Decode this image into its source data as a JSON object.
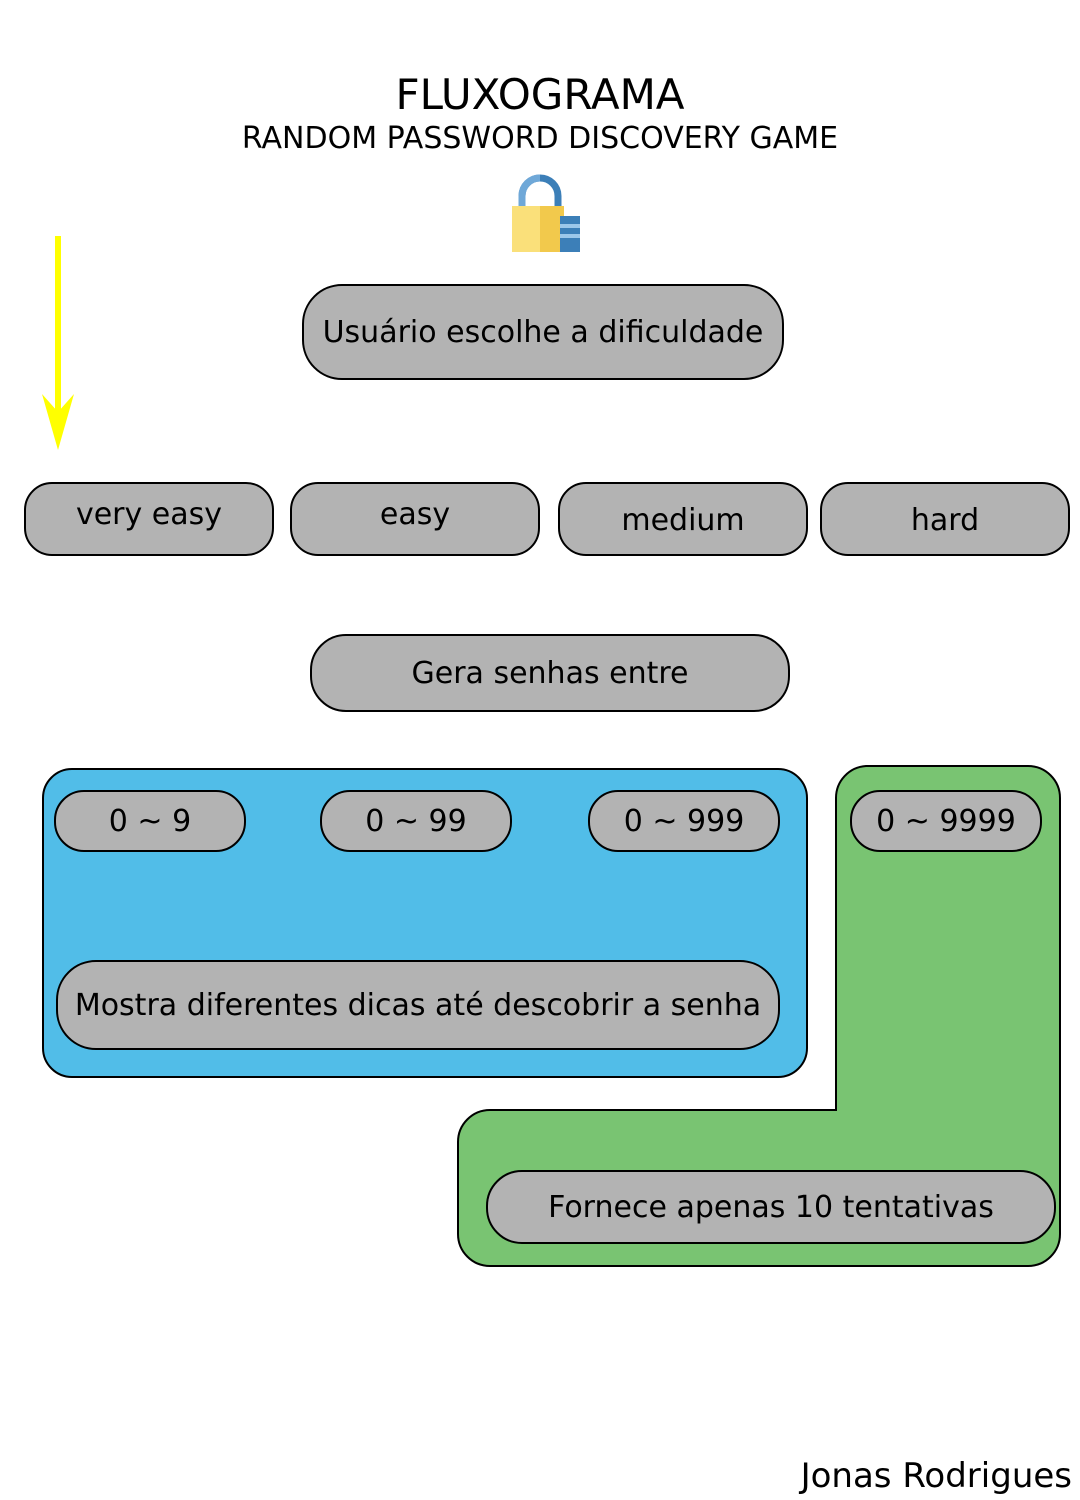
{
  "header": {
    "title": "FLUXOGRAMA",
    "subtitle": "RANDOM PASSWORD DISCOVERY GAME",
    "icon": "padlock-icon"
  },
  "flow": {
    "start": "Usuário escolhe a dificuldade",
    "difficulties": [
      "very easy",
      "easy",
      "medium",
      "hard"
    ],
    "generate": "Gera senhas entre",
    "ranges": [
      "0 ~ 9",
      "0 ~ 99",
      "0 ~ 999",
      "0 ~ 9999"
    ],
    "hints_mode": "Mostra diferentes dicas até descobrir a senha",
    "attempts_mode": "Fornece apenas 10 tentativas"
  },
  "footer": {
    "author": "Jonas Rodrigues"
  },
  "colors": {
    "node_fill": "#b3b3b3",
    "blue_group": "#51bde8",
    "green_group": "#79c472",
    "arrow": "#ffff00"
  }
}
